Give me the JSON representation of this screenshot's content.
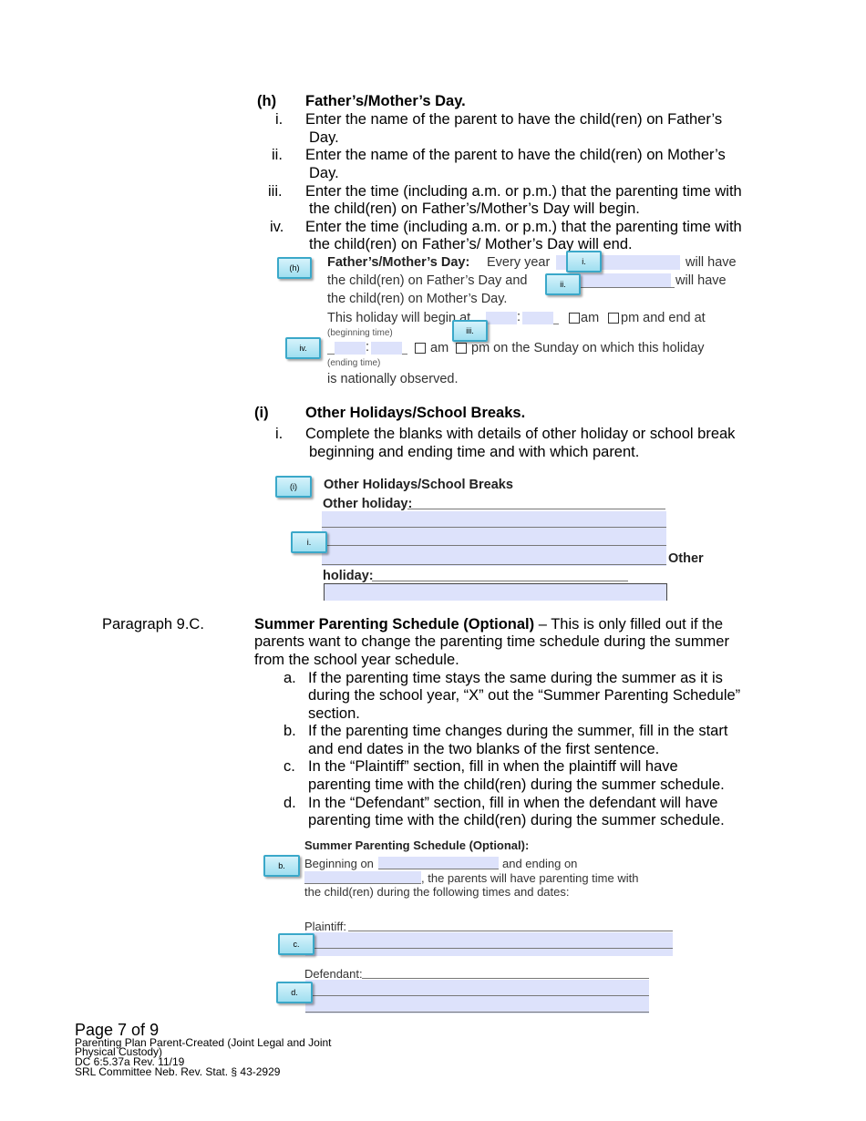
{
  "section_h": {
    "letter": "(h)",
    "heading": "Father’s/Mother’s Day.",
    "items": [
      {
        "num": "i.",
        "line1": "Enter the name of the parent to have the child(ren) on Father’s",
        "line2": "Day."
      },
      {
        "num": "ii.",
        "line1": "Enter the name of the parent to have the child(ren) on Mother’s",
        "line2": "Day."
      },
      {
        "num": "iii.",
        "line1": "Enter the time (including a.m. or p.m.) that the parenting time with",
        "line2": "the child(ren) on Father’s/Mother’s Day will begin."
      },
      {
        "num": "iv.",
        "line1": "Enter the time (including a.m. or p.m.) that the parenting time with",
        "line2": "the child(ren) on Father’s/ Mother’s Day will end."
      }
    ]
  },
  "form_h": {
    "title": "Father’s/Mother’s Day:",
    "every_year": "Every year",
    "will_have_1": "will have",
    "line2a": "the  child(ren) on Father’s Day and",
    "will_have_2": "will have",
    "line3": "the  child(ren) on Mother’s Day.",
    "begin_text": "This holiday will begin at",
    "colon": ":",
    "am": "am",
    "pm_end": "pm and end at",
    "beginning_time": "(beginning time)",
    "am2": "am",
    "pm_sunday": "pm on the Sunday on which this holiday",
    "ending_time": "(ending time)",
    "observed": "is nationally observed.",
    "tags": {
      "h": "(h)",
      "i": "i.",
      "ii": "ii.",
      "iii": "iii.",
      "iv": "iv."
    }
  },
  "section_i": {
    "letter": "(i)",
    "heading": "Other Holidays/School Breaks.",
    "item_num": "i.",
    "item_line1": "Complete the blanks with details of other holiday or school break",
    "item_line2": "beginning and ending time and with which parent."
  },
  "form_i": {
    "title": "Other Holidays/School Breaks",
    "other_holiday": "Other holiday:",
    "other": "Other",
    "holiday": "holiday:",
    "tags": {
      "i_sec": "(i)",
      "i": "i."
    }
  },
  "para_9c": {
    "label": "Paragraph 9.C.",
    "heading": "Summer Parenting Schedule (Optional)",
    "intro_rest": " – This is only filled out if the",
    "intro_line2": "parents want to change the parenting time schedule during the summer",
    "intro_line3": "from the school year schedule.",
    "items": [
      {
        "letter": "a.",
        "lines": [
          "If the parenting time stays the same during the summer as it is",
          "during the school year, “X” out the “Summer Parenting Schedule”",
          "section."
        ]
      },
      {
        "letter": "b.",
        "lines": [
          "If the parenting time changes during the summer, fill in the start",
          "and end dates in the two blanks of the first sentence."
        ]
      },
      {
        "letter": "c.",
        "lines": [
          "In the “Plaintiff” section, fill in when the plaintiff will have",
          "parenting time with the child(ren) during the summer schedule."
        ]
      },
      {
        "letter": "d.",
        "lines": [
          "In the “Defendant” section, fill in when the defendant will have",
          "parenting time with the child(ren) during the summer schedule."
        ]
      }
    ]
  },
  "form_summer": {
    "title": "Summer Parenting Schedule (Optional):",
    "beginning_on": "Beginning on",
    "and_ending_on": "and ending on",
    "parents_will": ", the parents will have parenting time with",
    "following": "the child(ren) during the following times and dates:",
    "plaintiff": "Plaintiff:",
    "defendant": "Defendant:",
    "tags": {
      "b": "b.",
      "c": "c.",
      "d": "d."
    }
  },
  "footer": {
    "page": "Page 7 of 9",
    "line1": "Parenting Plan Parent-Created (Joint Legal and Joint",
    "line2": "Physical Custody)",
    "line3": "DC 6:5.37a Rev. 11/19",
    "line4": "SRL Committee Neb. Rev. Stat. § 43-2929"
  }
}
